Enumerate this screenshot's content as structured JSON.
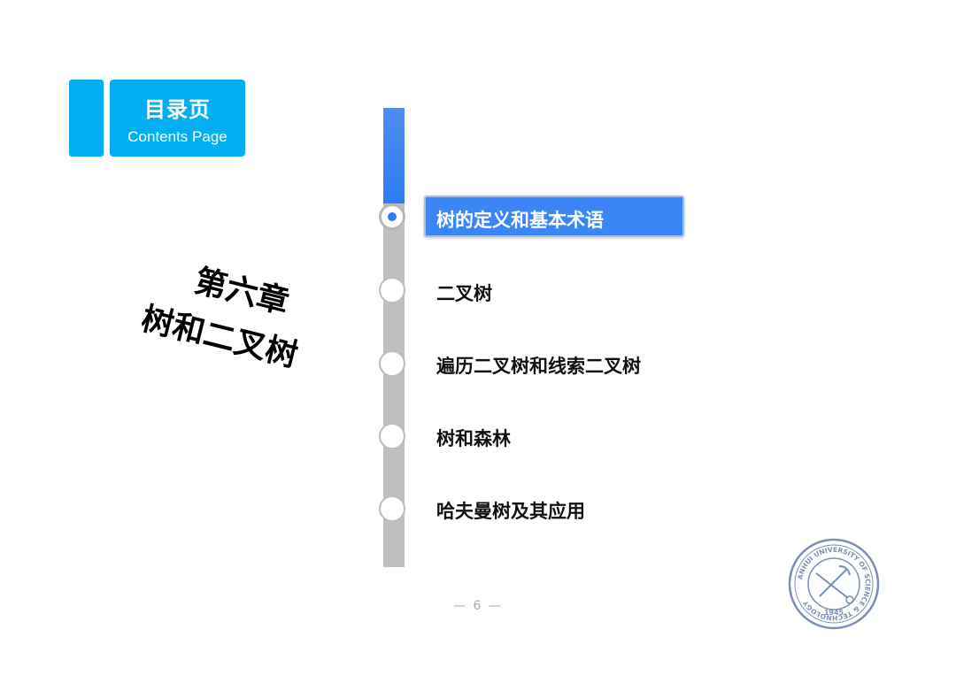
{
  "header": {
    "title": "目录页",
    "subtitle": "Contents Page"
  },
  "chapter": {
    "number": "第六章",
    "name": "树和二叉树"
  },
  "toc": {
    "items": [
      {
        "label": "树的定义和基本术语",
        "active": true
      },
      {
        "label": "二叉树",
        "active": false
      },
      {
        "label": "遍历二叉树和线索二叉树",
        "active": false
      },
      {
        "label": "树和森林",
        "active": false
      },
      {
        "label": "哈夫曼树及其应用",
        "active": false
      }
    ]
  },
  "footer": {
    "page_number": "— 6 —"
  },
  "logo": {
    "icon": "university-seal-icon",
    "ring_text": "ANHUI UNIVERSITY OF SCIENCE & TECHNOLOGY",
    "year": "1945"
  },
  "colors": {
    "accent": "#02aeef",
    "timeline_active": "#2e7bf7",
    "timeline": "#bfbfbf",
    "highlight": "#3b86f6",
    "logo": "#7a8fb8"
  }
}
